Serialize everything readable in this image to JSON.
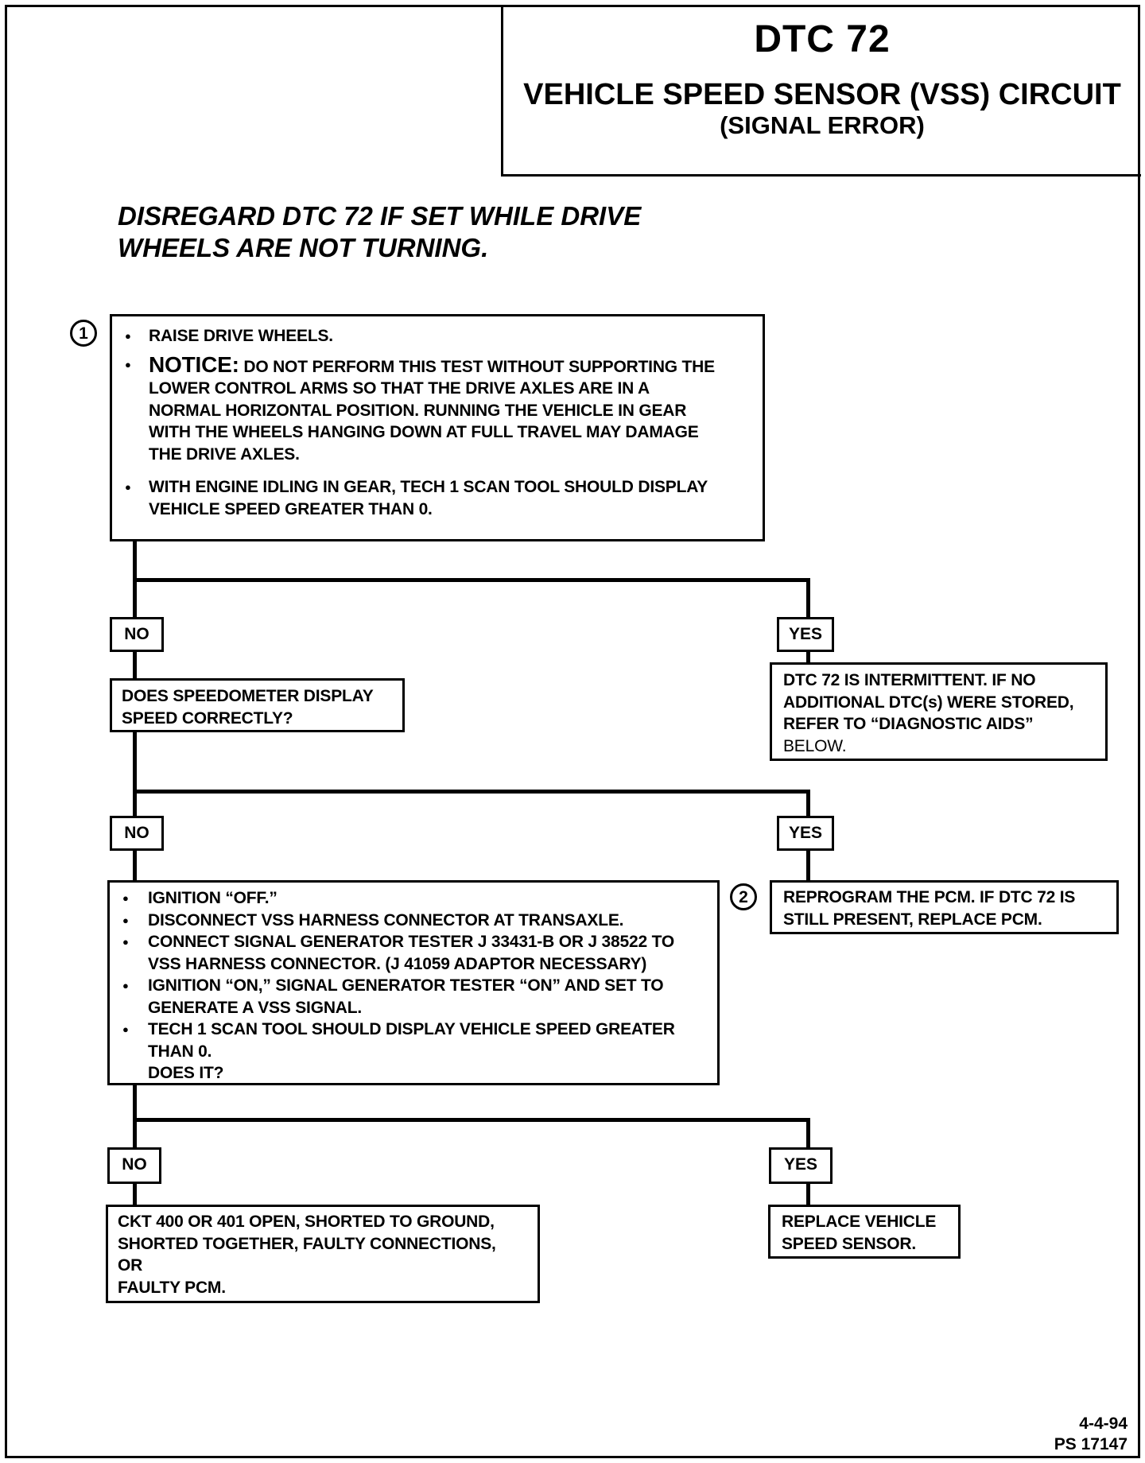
{
  "header": {
    "dtc": "DTC 72",
    "title": "VEHICLE SPEED SENSOR (VSS) CIRCUIT",
    "subtitle": "(SIGNAL ERROR)"
  },
  "disregard_line1": "DISREGARD DTC 72 IF SET WHILE DRIVE",
  "disregard_line2": "WHEELS ARE NOT TURNING.",
  "step1": {
    "number": "1",
    "bullet1": "RAISE DRIVE WHEELS.",
    "notice_label": "NOTICE:",
    "notice_text_l1": "DO NOT PERFORM THIS TEST WITHOUT SUPPORTING THE",
    "notice_text_l2": "LOWER CONTROL ARMS SO THAT THE DRIVE AXLES ARE IN A",
    "notice_text_l3": "NORMAL HORIZONTAL POSITION.  RUNNING THE VEHICLE IN GEAR",
    "notice_text_l4": "WITH THE WHEELS HANGING DOWN AT FULL TRAVEL MAY DAMAGE",
    "notice_text_l5": "THE DRIVE AXLES.",
    "bullet3_l1": "WITH ENGINE IDLING IN GEAR, TECH 1 SCAN TOOL SHOULD DISPLAY",
    "bullet3_l2": "VEHICLE SPEED GREATER THAN 0."
  },
  "labels": {
    "no": "NO",
    "yes": "YES"
  },
  "speedometer_q": {
    "l1": "DOES SPEEDOMETER DISPLAY",
    "l2": "SPEED CORRECTLY?"
  },
  "intermittent": {
    "l1": "DTC 72 IS INTERMITTENT.  IF NO",
    "l2": "ADDITIONAL DTC(s) WERE STORED,",
    "l3": "REFER TO “DIAGNOSTIC AIDS”",
    "l4": "BELOW."
  },
  "step2": {
    "number": "2",
    "l1": "REPROGRAM THE PCM.  IF DTC 72 IS",
    "l2": "STILL PRESENT, REPLACE PCM."
  },
  "test_box": {
    "b1": "IGNITION “OFF.”",
    "b2": "DISCONNECT VSS HARNESS CONNECTOR AT TRANSAXLE.",
    "b3_l1": "CONNECT SIGNAL GENERATOR TESTER  J 33431-B OR J 38522 TO",
    "b3_l2": "VSS HARNESS CONNECTOR. (J 41059 ADAPTOR NECESSARY)",
    "b4_l1": "IGNITION “ON,” SIGNAL GENERATOR TESTER “ON”  AND SET TO",
    "b4_l2": "GENERATE A VSS SIGNAL.",
    "b5_l1": "TECH 1 SCAN TOOL SHOULD DISPLAY VEHICLE SPEED GREATER",
    "b5_l2": "THAN 0.",
    "b5_l3": "DOES IT?"
  },
  "ckt_box": {
    "l1": "CKT 400 OR 401 OPEN, SHORTED TO GROUND,",
    "l2": "SHORTED TOGETHER, FAULTY CONNECTIONS,",
    "l3": "OR",
    "l4": "FAULTY PCM."
  },
  "replace_vss": {
    "l1": "REPLACE VEHICLE",
    "l2": "SPEED SENSOR."
  },
  "footer": {
    "date": "4-4-94",
    "code": "PS 17147"
  }
}
